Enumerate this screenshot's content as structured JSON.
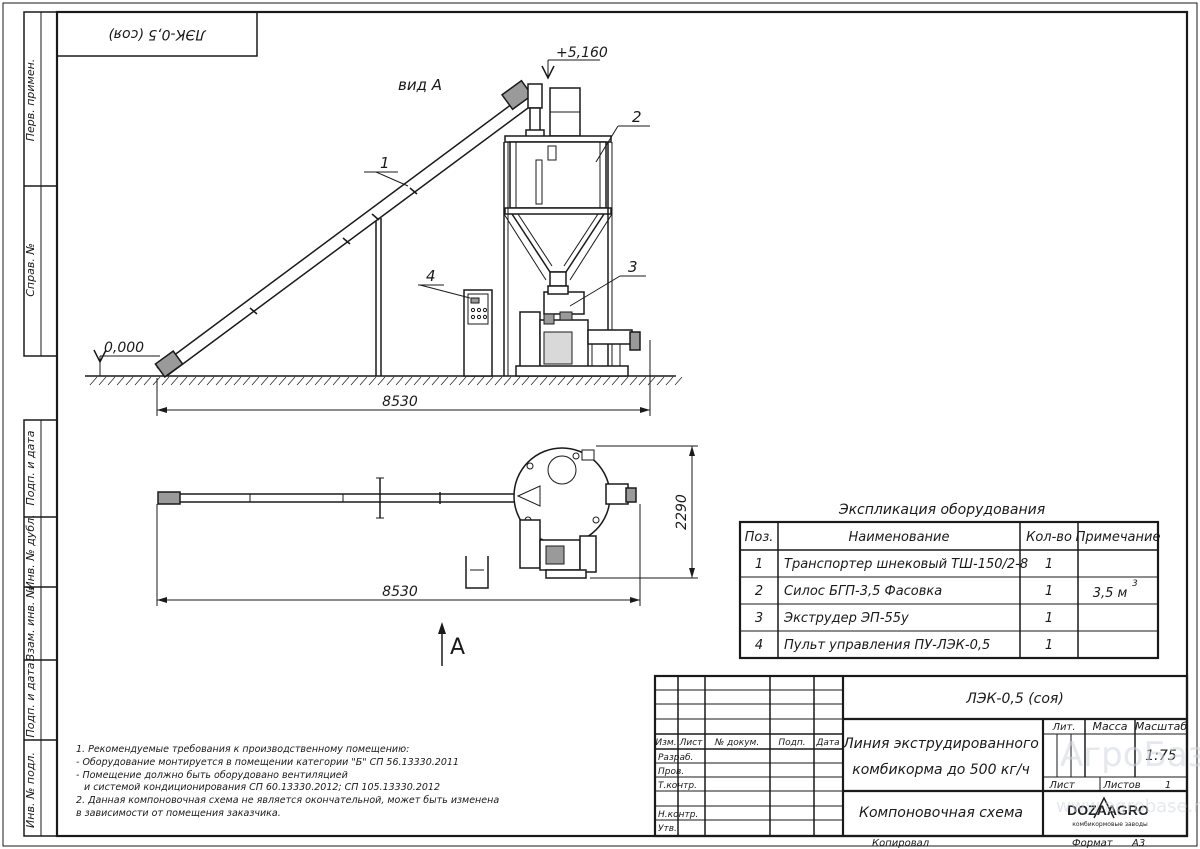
{
  "stamp_top_rotated": "ЛЭК-0,5 (соя)",
  "side_labels": {
    "perv_primen": "Перв. примен.",
    "sprav_no": "Справ. №",
    "podp_i_data_1": "Подп. и дата",
    "inv_no_dubl": "Инв. № дубл.",
    "vzam_inv_no": "Взам. инв. №",
    "podp_i_data_2": "Подп. и дата",
    "inv_no_podl": "Инв. № подл."
  },
  "drawing": {
    "view_label": "вид А",
    "elevation_top": "+5,160",
    "elevation_zero": "0,000",
    "callout_1": "1",
    "callout_2": "2",
    "callout_3": "3",
    "callout_4": "4",
    "dim_length_side": "8530",
    "dim_length_plan": "8530",
    "dim_width_plan": "2290",
    "view_arrow_label": "A"
  },
  "explication": {
    "title": "Экспликация оборудования",
    "headers": {
      "pos": "Поз.",
      "name": "Наименование",
      "qty": "Кол-во",
      "note": "Примечание"
    },
    "rows": [
      {
        "pos": "1",
        "name": "Транспортер шнековый ТШ-150/2-8",
        "qty": "1",
        "note": ""
      },
      {
        "pos": "2",
        "name": "Силос БГП-3,5 Фасовка",
        "qty": "1",
        "note": "3,5 м",
        "note_sup": "3"
      },
      {
        "pos": "3",
        "name": "Экструдер ЭП-55у",
        "qty": "1",
        "note": ""
      },
      {
        "pos": "4",
        "name": "Пульт управления ПУ-ЛЭК-0,5",
        "qty": "1",
        "note": ""
      }
    ]
  },
  "notes": {
    "n1": "1. Рекомендуемые требования к производственному помещению:",
    "n2": "- Оборудование монтируется в помещении категории \"Б\" СП 56.13330.2011",
    "n3": "- Помещение должно быть оборудовано вентиляцией",
    "n4": "и системой кондиционирования СП 60.13330.2012; СП 105.13330.2012",
    "n5": "2. Данная компоновочная схема не является окончательной, может быть изменена",
    "n6": "в зависимости от помещения заказчика."
  },
  "title_block": {
    "designation": "ЛЭК-0,5 (соя)",
    "name_line1": "Линия экструдированного",
    "name_line2": "комбикорма до 500 кг/ч",
    "doc_type": "Компоновочная схема",
    "lit": "Лит.",
    "massa": "Масса",
    "masshtab": "Масштаб",
    "scale_value": "1:75",
    "list": "Лист",
    "listov": "Листов",
    "listov_value": "1",
    "row_izm": "Изм.",
    "row_list": "Лист",
    "row_docum": "№ докум.",
    "row_podp": "Подп.",
    "row_data": "Дата",
    "razrab": "Разраб.",
    "prov": "Пров.",
    "tkontr": "Т.контр.",
    "nkontr": "Н.контр.",
    "utv": "Утв.",
    "kopiroval": "Копировал",
    "format": "Формат",
    "format_value": "А3",
    "logo_text": "DOZAAGRO",
    "logo_sub": "комбикормовые заводы"
  },
  "watermark": {
    "line1": "АгроБаза",
    "line2": "www.agrobase.ru"
  }
}
